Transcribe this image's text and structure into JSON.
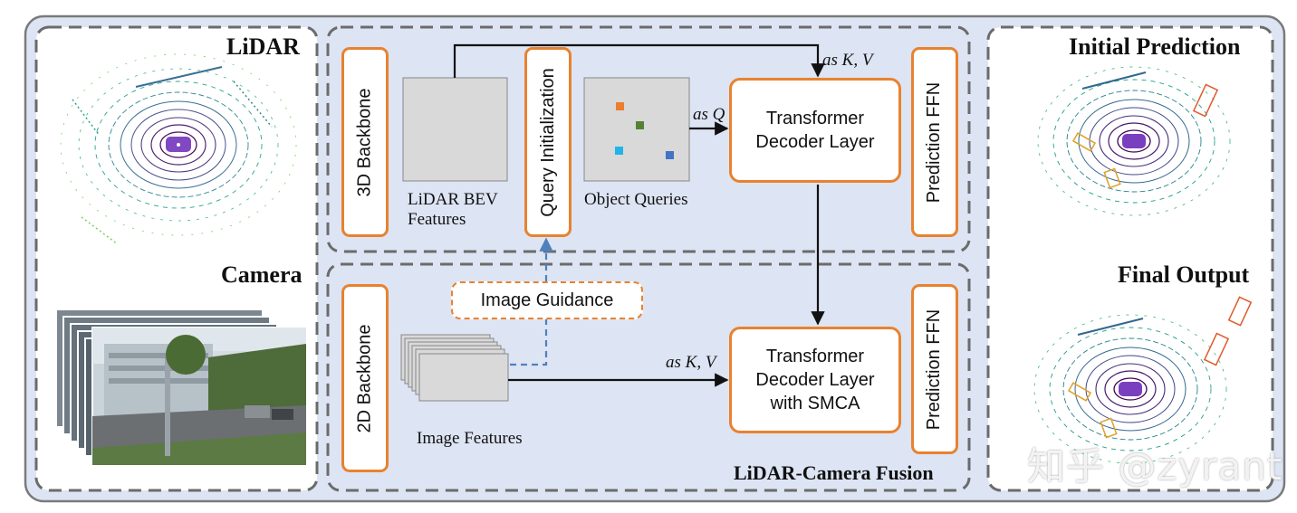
{
  "left_panel": {
    "lidar_title": "LiDAR",
    "camera_title": "Camera"
  },
  "center": {
    "backbone_3d": "3D Backbone",
    "lidar_bev_line1": "LiDAR BEV",
    "lidar_bev_line2": "Features",
    "query_init": "Query Initialization",
    "object_queries": "Object Queries",
    "as_q": "as Q",
    "as_kv_top": "as K, V",
    "decoder_top_line1": "Transformer",
    "decoder_top_line2": "Decoder Layer",
    "pred_ffn_top": "Prediction FFN",
    "backbone_2d": "2D Backbone",
    "image_guidance": "Image Guidance",
    "image_features": "Image Features",
    "as_kv_bottom": "as K, V",
    "decoder_bottom_line1": "Transformer",
    "decoder_bottom_line2": "Decoder Layer",
    "decoder_bottom_line3": "with SMCA",
    "pred_ffn_bottom": "Prediction FFN",
    "fusion_title": "LiDAR-Camera Fusion"
  },
  "right_panel": {
    "initial_title": "Initial Prediction",
    "final_title": "Final Output"
  },
  "watermark": "知乎 @zyrant",
  "colors": {
    "orange": "#e8822f",
    "panel_bg": "#dde4f3",
    "dash": "#6b6b6b",
    "query_orange": "#ec7d31",
    "query_green": "#548235",
    "query_cyan": "#1fb5e8",
    "query_blue": "#4472c4",
    "guide_blue": "#4f81bd"
  }
}
